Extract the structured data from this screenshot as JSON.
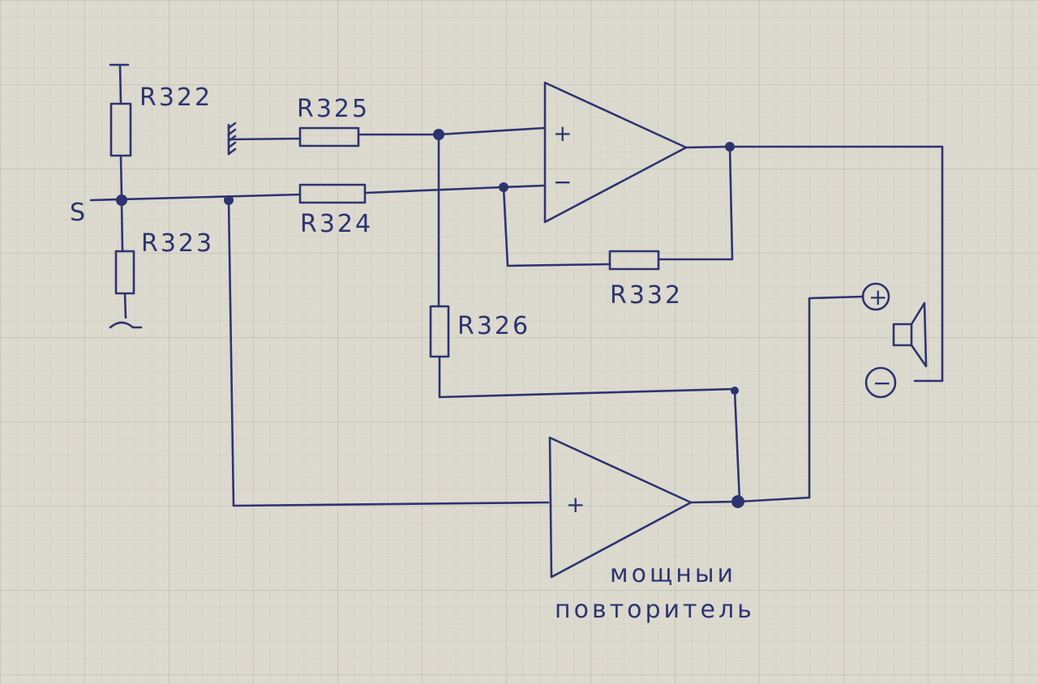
{
  "resistors": {
    "r322": "R322",
    "r323": "R323",
    "r324": "R324",
    "r325": "R325",
    "r326": "R326",
    "r332": "R332"
  },
  "opamp_top": {
    "plus": "+",
    "minus": "−"
  },
  "follower": {
    "plus": "+"
  },
  "input_mark": "S",
  "speaker_terminals": {
    "plus": "+",
    "minus": "−"
  },
  "caption": {
    "line1": "мощныи",
    "line2": "повторитель"
  }
}
